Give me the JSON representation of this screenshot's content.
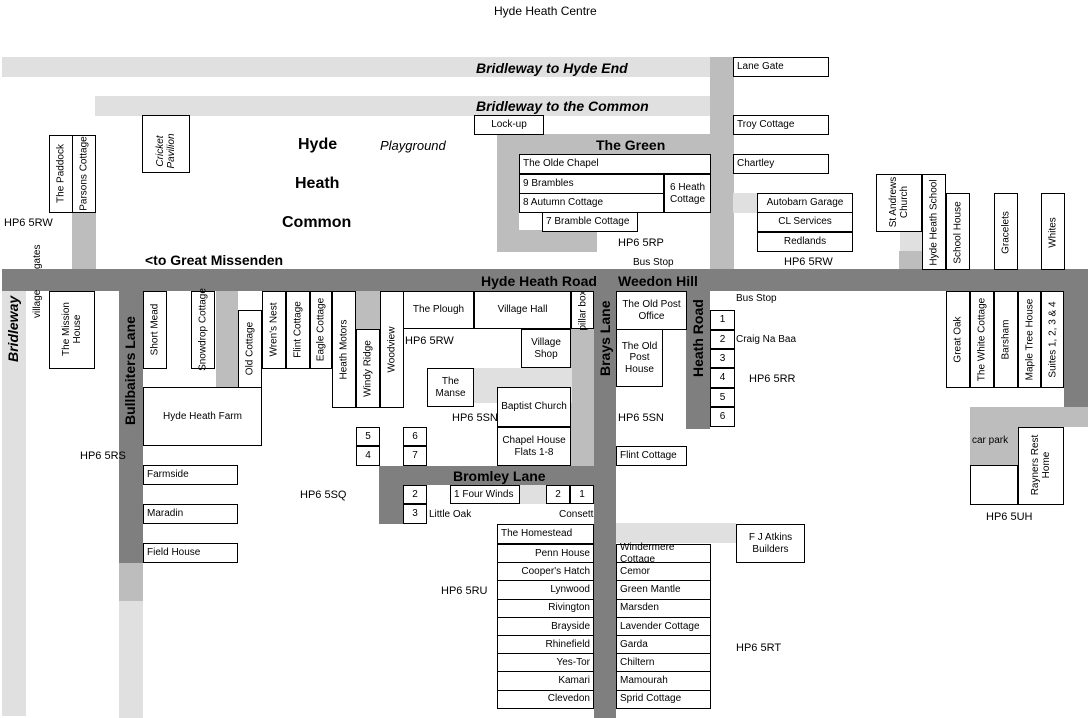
{
  "title": "Hyde Heath Centre",
  "roads": {
    "bridleway_hyde_end": "Bridleway to Hyde End",
    "bridleway_common": "Bridleway to the Common",
    "the_green": "The Green",
    "hyde_heath_road": "Hyde Heath Road",
    "weedon_hill": "Weedon Hill",
    "to_great_missenden": "<to Great Missenden",
    "bridleway": "Bridleway",
    "bullbaiters_lane": "Bullbaiters Lane",
    "brays_lane": "Brays Lane",
    "heath_road": "Heath Road",
    "bromley_lane": "Bromley Lane"
  },
  "common": {
    "line1": "Hyde",
    "line2": "Heath",
    "line3": "Common",
    "playground": "Playground",
    "pavilion": "Cricket Pavilion"
  },
  "postcodes": {
    "rw_left": "HP6 5RW",
    "rp": "HP6 5RP",
    "rw_right": "HP6 5RW",
    "rw_mid": "HP6 5RW",
    "rs": "HP6 5RS",
    "sq": "HP6 5SQ",
    "sn_mid": "HP6 5SN",
    "sn_right": "HP6 5SN",
    "rr": "HP6 5RR",
    "uh": "HP6 5UH",
    "ru": "HP6 5RU",
    "rt": "HP6 5RT"
  },
  "misc": {
    "bus_stop_1": "Bus Stop",
    "bus_stop_2": "Bus Stop",
    "gates": "gates",
    "village": "village",
    "car_park": "car park",
    "little_oak": "Little Oak",
    "consett": "Consett"
  },
  "buildings": {
    "lane_gate": "Lane Gate",
    "troy_cottage": "Troy Cottage",
    "chartley": "Chartley",
    "autobarn": "Autobarn Garage",
    "cl_services": "CL Services",
    "redlands": "Redlands",
    "lockup": "Lock-up",
    "olde_chapel": "The Olde Chapel",
    "brambles": "9 Brambles",
    "autumn": "8 Autumn Cottage",
    "bramble7": "7 Bramble Cottage",
    "heath6": "6 Heath Cottage",
    "paddock": "The Paddock",
    "parsons": "Parsons Cottage",
    "st_andrews": "St Andrews Church",
    "school": "Hyde Heath School",
    "school_house": "School House",
    "gracelets": "Gracelets",
    "whites": "Whites",
    "mission": "The Mission House",
    "short_mead": "Short Mead",
    "snowdrop": "Snowdrop Cottage",
    "old_cottage": "Old Cottage",
    "wrens_nest": "Wren's Nest",
    "flint_cottage_v": "Flint Cottage",
    "eagle": "Eagle Cottage",
    "heath_motors": "Heath Motors",
    "windy_ridge": "Windy Ridge",
    "woodview": "Woodview",
    "plough": "The Plough",
    "village_hall": "Village Hall",
    "pillar_box": "pillar box",
    "village_shop": "Village Shop",
    "manse": "The Manse",
    "baptist": "Baptist Church",
    "chapel_house": "Chapel House Flats 1-8",
    "hyde_heath_farm": "Hyde Heath Farm",
    "farmside": "Farmside",
    "maradin": "Maradin",
    "field_house": "Field House",
    "old_post_office": "The Old Post Office",
    "old_post_house": "The Old Post House",
    "flint_cottage": "Flint Cottage",
    "craig": "Craig Na Baa",
    "great_oak": "Great Oak",
    "white_cottage": "The White Cottage",
    "barsham": "Barsham",
    "maple": "Maple Tree House",
    "suites": "Suites 1, 2, 3 & 4",
    "rayners": "Rayners Rest Home",
    "four_winds": "1 Four Winds",
    "homestead": "The Homestead",
    "fj_atkins": "F J Atkins Builders"
  },
  "numbers": {
    "n5": "5",
    "n6": "6",
    "n4": "4",
    "n7": "7",
    "n2a": "2",
    "n3": "3",
    "n2b": "2",
    "n1": "1",
    "h1": "1",
    "h2": "2",
    "h3": "3",
    "h4": "4",
    "h5": "5",
    "h6": "6"
  },
  "left_column": [
    "Penn House",
    "Cooper's Hatch",
    "Lynwood",
    "Rivington",
    "Brayside",
    "Rhinefield",
    "Yes-Tor",
    "Kamari",
    "Clevedon"
  ],
  "right_column": [
    "Windermere Cottage",
    "Cemor",
    "Green Mantle",
    "Marsden",
    "Lavender Cottage",
    "Garda",
    "Chiltern",
    "Mamourah",
    "Sprid Cottage"
  ]
}
